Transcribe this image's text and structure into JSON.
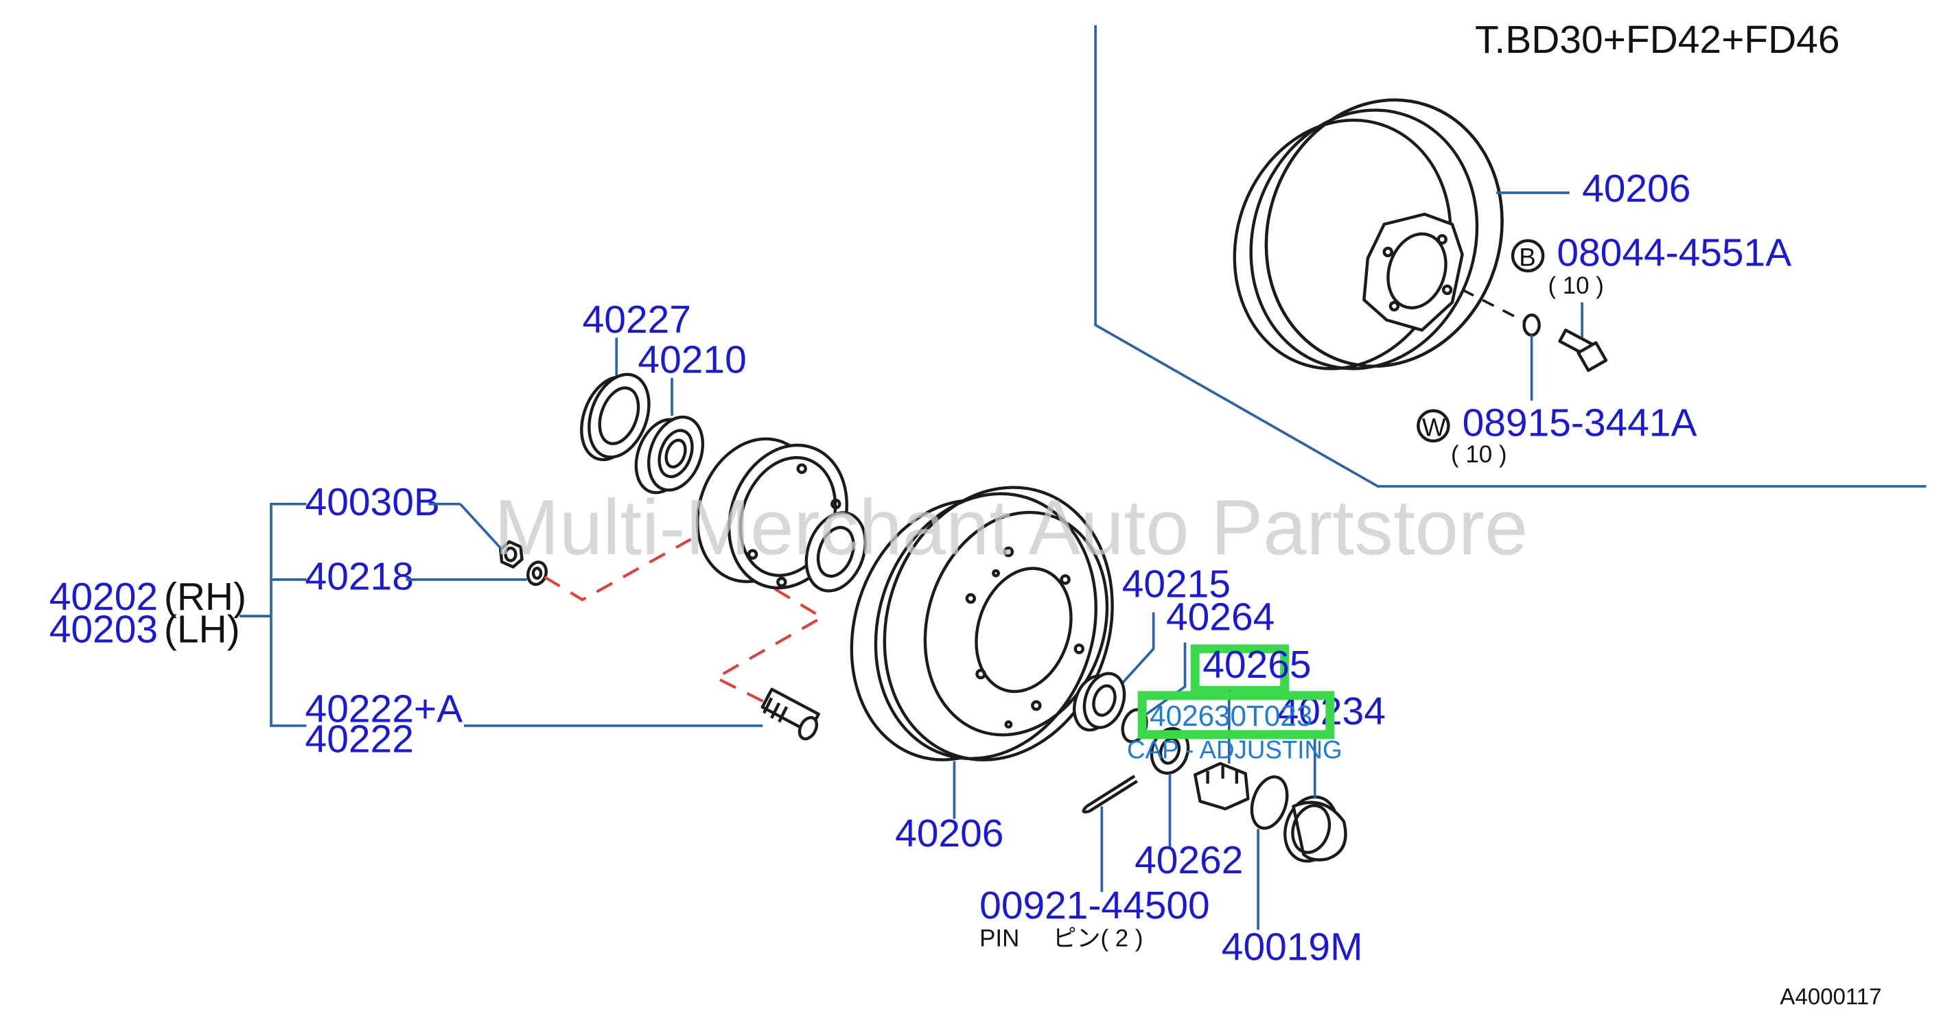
{
  "variant_title": "T.BD30+FD42+FD46",
  "watermark": "Multi-Merchant Auto Partstore",
  "diagram_code": "A4000117",
  "parts": {
    "p40227": "40227",
    "p40210": "40210",
    "p40030B": "40030B",
    "p40218": "40218",
    "p40202": "40202",
    "p40202_side": "(RH)",
    "p40203": "40203",
    "p40203_side": "(LH)",
    "p40222A": "40222+A",
    "p40222": "40222",
    "p40206_main": "40206",
    "p40215": "40215",
    "p40264": "40264",
    "p40265": "40265",
    "p40234": "40234",
    "p40262": "40262",
    "p00921": "00921-44500",
    "pin_label": "PIN",
    "pin_jp": "ピン",
    "pin_qty": "( 2 )",
    "p40019M": "40019M",
    "p40206_inset": "40206",
    "p08044": "08044-4551A",
    "p08044_qty": "( 10 )",
    "p08044_badge": "B",
    "p08915": "08915-3441A",
    "p08915_qty": "( 10 )",
    "p08915_badge": "W"
  },
  "highlight": {
    "part_number": "402630T023",
    "part_name": "CAP - ADJUSTING"
  },
  "colors": {
    "label_blue": "#1a1ad6",
    "leader_blue": "#2b63a8",
    "highlight_green": "#39d94a",
    "highlight_text": "#1f7bd8",
    "dash_red": "#e0403c"
  }
}
